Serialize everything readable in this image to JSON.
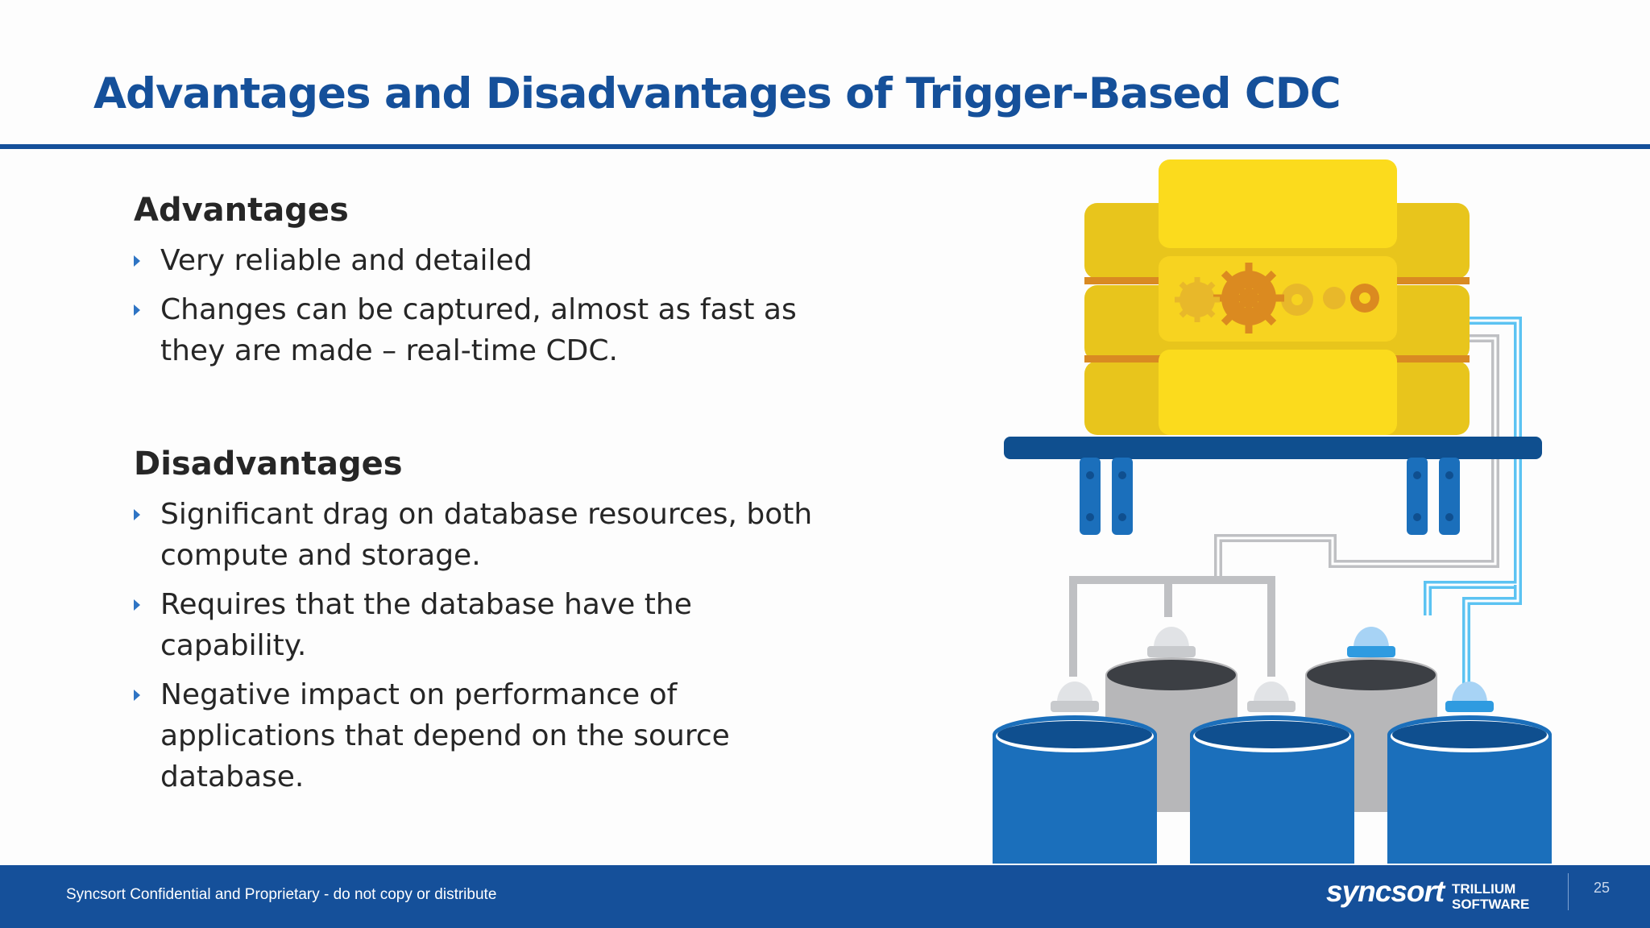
{
  "slide": {
    "title": "Advantages and Disadvantages of Trigger-Based CDC",
    "advantages": {
      "heading": "Advantages",
      "items": [
        "Very reliable and detailed",
        "Changes can be captured, almost as fast as they are made – real-time CDC."
      ]
    },
    "disadvantages": {
      "heading": "Disadvantages",
      "items": [
        "Significant drag on database resources, both compute and storage.",
        "Requires that the database have the capability.",
        "Negative impact on performance of applications that depend on the source database."
      ]
    },
    "illustration": {
      "icon": "database-server-gears-icon"
    }
  },
  "footer": {
    "confidential": "Syncsort Confidential and Proprietary - do not copy or distribute",
    "brand": "syncsort",
    "sub_brand_line1": "TRILLIUM",
    "sub_brand_line2": "SOFTWARE",
    "page_number": "25"
  },
  "colors": {
    "title_blue": "#15509a",
    "bullet_arrow": "#2e74c4",
    "server_yellow": "#f9d520",
    "gear_orange": "#db8a20",
    "db_blue": "#1b6fbb",
    "db_gray": "#b7b7b9",
    "pipe_light_blue": "#5cc3f2"
  }
}
